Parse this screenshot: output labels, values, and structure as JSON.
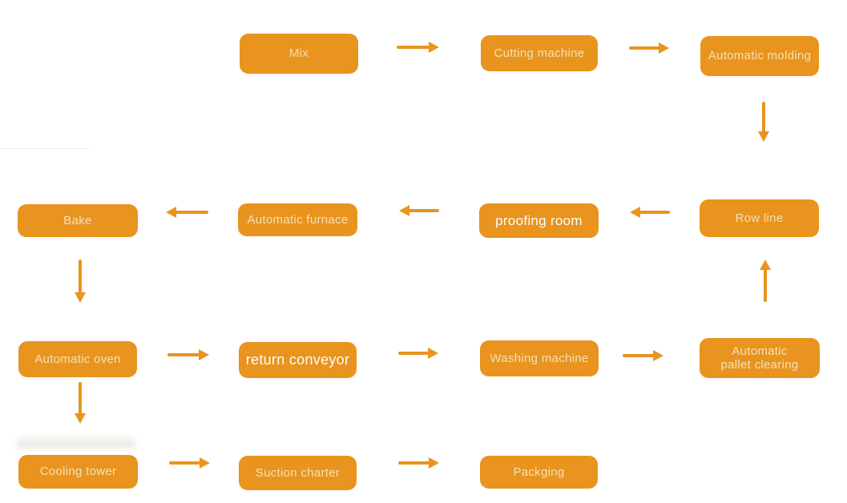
{
  "diagram": {
    "type": "flowchart",
    "nodes": [
      {
        "id": "mix",
        "label": "Mix"
      },
      {
        "id": "cutting-machine",
        "label": "Cutting machine"
      },
      {
        "id": "automatic-molding",
        "label": "Automatic molding"
      },
      {
        "id": "bake",
        "label": "Bake"
      },
      {
        "id": "automatic-furnace",
        "label": "Automatic furnace"
      },
      {
        "id": "proofing-room",
        "label": "proofing room"
      },
      {
        "id": "row-line",
        "label": "Row line"
      },
      {
        "id": "automatic-oven",
        "label": "Automatic oven"
      },
      {
        "id": "return-conveyor",
        "label": "return conveyor"
      },
      {
        "id": "washing-machine",
        "label": "Washing machine"
      },
      {
        "id": "automatic-pallet-clearing",
        "label": "Automatic\npallet clearing"
      },
      {
        "id": "cooling-tower",
        "label": "Cooling tower"
      },
      {
        "id": "suction-charter",
        "label": "Suction charter"
      },
      {
        "id": "packging",
        "label": "Packging"
      }
    ],
    "edges": [
      {
        "from": "mix",
        "to": "cutting-machine",
        "direction": "right"
      },
      {
        "from": "cutting-machine",
        "to": "automatic-molding",
        "direction": "right"
      },
      {
        "from": "automatic-molding",
        "to": "row-line",
        "direction": "down"
      },
      {
        "from": "row-line",
        "to": "proofing-room",
        "direction": "left"
      },
      {
        "from": "proofing-room",
        "to": "automatic-furnace",
        "direction": "left"
      },
      {
        "from": "automatic-furnace",
        "to": "bake",
        "direction": "left"
      },
      {
        "from": "bake",
        "to": "automatic-oven",
        "direction": "down"
      },
      {
        "from": "automatic-oven",
        "to": "return-conveyor",
        "direction": "right"
      },
      {
        "from": "return-conveyor",
        "to": "washing-machine",
        "direction": "right"
      },
      {
        "from": "washing-machine",
        "to": "automatic-pallet-clearing",
        "direction": "right"
      },
      {
        "from": "automatic-pallet-clearing",
        "to": "row-line",
        "direction": "up"
      },
      {
        "from": "automatic-oven",
        "to": "cooling-tower",
        "direction": "down"
      },
      {
        "from": "cooling-tower",
        "to": "suction-charter",
        "direction": "right"
      },
      {
        "from": "suction-charter",
        "to": "packging",
        "direction": "right"
      }
    ],
    "colors": {
      "node_fill": "#E8941E",
      "arrow": "#E8941E",
      "label_dim": "#F6E7C3",
      "label_bright": "#FEFCF6",
      "background": "#FFFFFF"
    }
  }
}
